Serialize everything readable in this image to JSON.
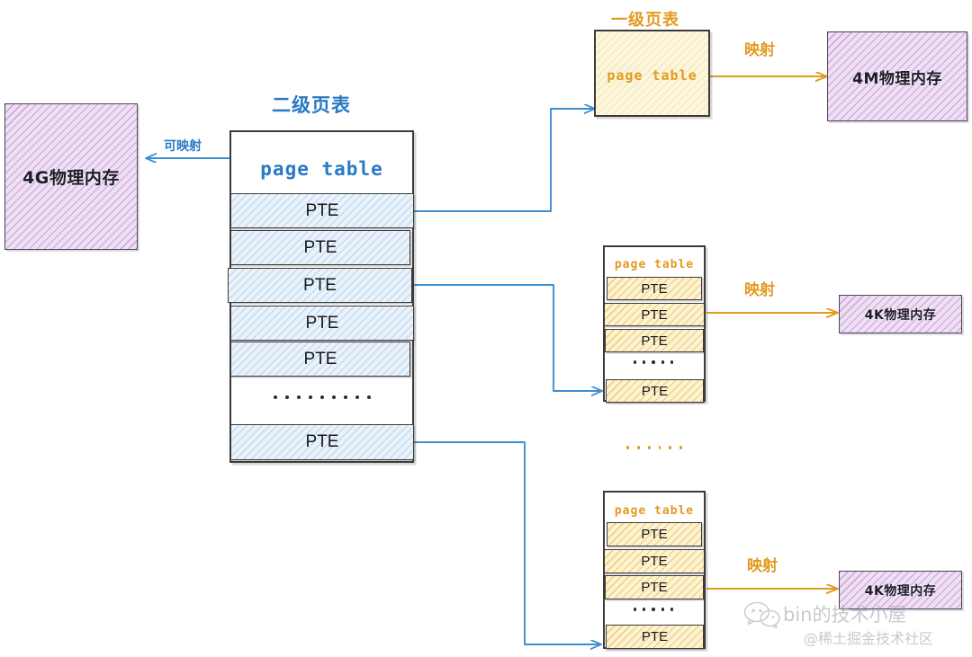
{
  "diagram": {
    "title_second_level": "二级页表",
    "title_first_level": "一级页表",
    "label_mappable": "可映射",
    "label_map_top": "映射",
    "label_map_middle": "映射",
    "label_map_bottom": "映射",
    "ellipsis_between_tables": "......"
  },
  "memory_blocks": {
    "mem_4g": "4G物理内存",
    "mem_4m": "4M物理内存",
    "mem_4k_middle": "4K物理内存",
    "mem_4k_bottom": "4K物理内存"
  },
  "main_table": {
    "title": "page table",
    "rows": [
      "PTE",
      "PTE",
      "PTE",
      "PTE",
      "PTE"
    ],
    "last_row": "PTE",
    "separator": "........."
  },
  "top_table": {
    "title": "page table"
  },
  "middle_table": {
    "title": "page table",
    "rows": [
      "PTE",
      "PTE",
      "PTE"
    ],
    "last_row": "PTE",
    "separator": "....."
  },
  "bottom_table": {
    "title": "page table",
    "rows": [
      "PTE",
      "PTE",
      "PTE"
    ],
    "last_row": "PTE",
    "separator": "....."
  },
  "watermark": {
    "brand": "bin的技术小屋",
    "community": "@稀土掘金技术社区"
  },
  "colors": {
    "blue_accent": "#2a79c4",
    "orange_accent": "#e29a1f",
    "purple_memory": "#a86ec4",
    "ink": "#3d3a3a",
    "connector_blue": "#3f8fd0",
    "connector_orange": "#e29a1f"
  }
}
